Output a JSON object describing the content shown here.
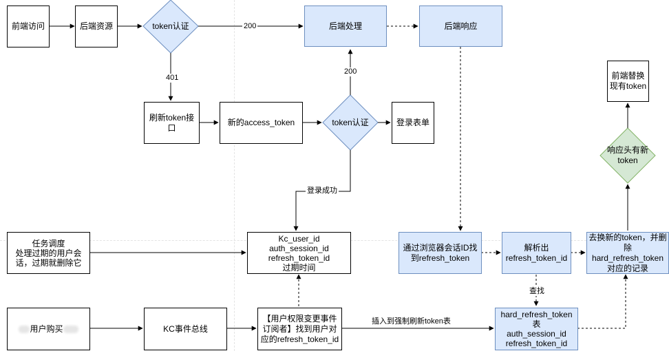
{
  "nodes": {
    "frontend_visit": "前端访问",
    "backend_resource": "后端资源",
    "token_auth_1": "token认证",
    "backend_process": "后端处理",
    "backend_response": "后端响应",
    "frontend_replace": "前端替换\n现有token",
    "refresh_token_api": "刷新token接口",
    "new_access_token": "新的access_token",
    "token_auth_2": "token认证",
    "login_form": "登录表单",
    "response_has_token": "响应头有新\ntoken",
    "task_schedule": "任务调度\n处理过期的用户会\n话，过期就删除它",
    "kc_record": "Kc_user_id\nauth_session_id\nrefresh_token_id\n过期时间",
    "find_refresh_token": "通过浏览器会话ID找\n到refresh_token",
    "parse_out": "解析出\nrefresh_token_id",
    "exchange_token": "去换新的token，并删\n除hard_refresh_token\n对应的记录",
    "user_purchase": "用户购买",
    "kc_event_bus": "KC事件总线",
    "perm_subscriber": "【用户权限变更事件\n订阅者】找到用户对\n应的refresh_token_id",
    "hard_table": "hard_refresh_token表\nauth_session_id\nrefresh_token_id"
  },
  "edge_labels": {
    "e200_top": "200",
    "e401": "401",
    "e200_mid": "200",
    "login_success": "登录成功",
    "lookup": "查找",
    "insert": "插入到强制刷新token表"
  },
  "colors": {
    "blue_fill": "#dae8fc",
    "blue_stroke": "#6c8ebf",
    "green_fill": "#d5e8d4",
    "green_stroke": "#82b366"
  }
}
